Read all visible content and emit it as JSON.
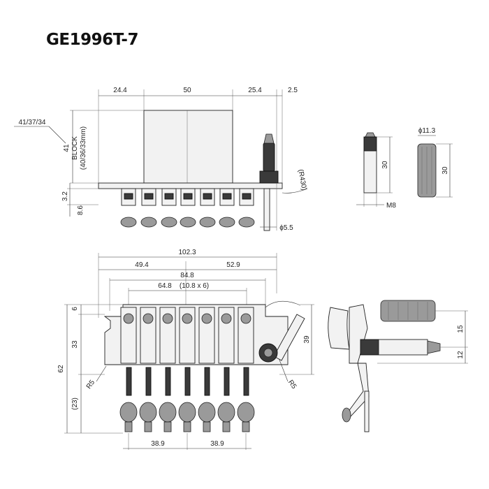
{
  "title": "GE1996T-7",
  "colors": {
    "line": "#222222",
    "part_fill": "#f2f2f2",
    "dark_fill": "#3a3a3a",
    "mid_fill": "#9a9a9a"
  },
  "top_view": {
    "dim_left": "24.4",
    "dim_center": "50",
    "dim_right": "25.4",
    "dim_arm_offset": "2.5",
    "dim_height": "41",
    "label_block": "BLOCK",
    "label_block_sizes": "(40/36/33mm)",
    "label_variants": "41/37/34",
    "dim_small_a": "3.2",
    "dim_small_b": "8.6",
    "dim_radius": "(R430)",
    "dim_arm_dia": "ϕ5.5"
  },
  "arm_detail": {
    "dim_length": "30",
    "dim_thread": "M8",
    "dim_cap_dia": "ϕ11.3",
    "dim_cap_length": "30"
  },
  "front_view": {
    "dim_total": "102.3",
    "dim_left_part": "49.4",
    "dim_right_part": "52.9",
    "dim_inner": "84.8",
    "dim_string_span": "64.8",
    "dim_string_spacing": "(10.8 x 6)",
    "dim_top_small": "6",
    "dim_total_height": "62",
    "dim_mid_height": "33",
    "dim_bottom_height": "(23)",
    "dim_arm_height": "39",
    "dim_radius_left": "R5",
    "dim_radius_right": "R5",
    "dim_bottom_left": "38.9",
    "dim_bottom_right": "38.9"
  },
  "side_view": {
    "dim_upper": "15",
    "dim_lower": "12"
  }
}
